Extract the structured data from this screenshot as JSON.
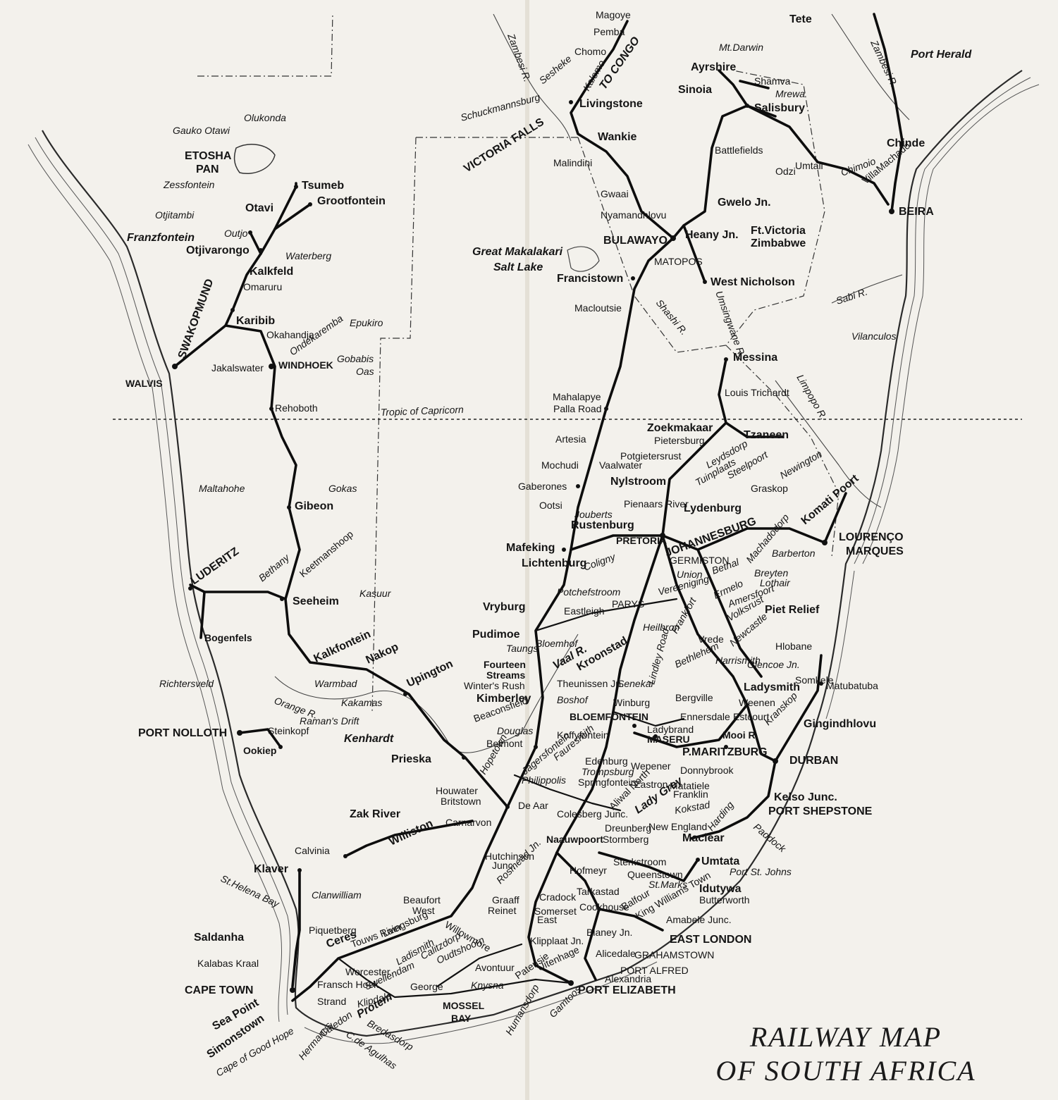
{
  "title_line1": "RAILWAY MAP",
  "title_line2": "OF SOUTH AFRICA",
  "tropic_label": "Tropic of Capricorn",
  "labels": {
    "tete": "Tete",
    "magoye": "Magoye",
    "pemba": "Pemba",
    "chomo": "Chomo",
    "to_congo": "TO CONGO",
    "kalomo": "Kalomo",
    "sesheke": "Sesheke",
    "zambesi_r": "Zambesi R.",
    "zambesi_r2": "Zambesi R.",
    "mt_darwin": "Mt.Darwin",
    "port_herald": "Port Herald",
    "ayrshire": "Ayrshire",
    "shamva": "Shamva",
    "mrewa": "Mrewa",
    "sinoia": "Sinoia",
    "salisbury": "Salisbury",
    "schuckmannsburg": "Schuckmannsburg",
    "livingstone": "Livingstone",
    "victoria_falls": "VICTORIA FALLS",
    "wankie": "Wankie",
    "chinde": "Chinde",
    "battlefields": "Battlefields",
    "malindini": "Malindini",
    "odzi": "Odzi",
    "umtali": "Umtali",
    "chimoio": "Chimoio",
    "villa_machado": "VillaMachado",
    "beira": "BEIRA",
    "gwaai": "Gwaai",
    "gwelo_jn": "Gwelo Jn.",
    "nyamandhlovu": "Nyamandhlovu",
    "heany_jn": "Heany Jn.",
    "ft_victoria": "Ft.Victoria",
    "zimbabwe": "Zimbabwe",
    "bulawayo": "BULAWAYO",
    "matopos": "MATOPOS",
    "great_makalakari": "Great Makalakari",
    "salt_lake": "Salt Lake",
    "francistown": "Francistown",
    "west_nicholson": "West Nicholson",
    "sabi_r": "Sabi R.",
    "macloutsie": "Macloutsie",
    "shashi_r": "Shashi R.",
    "umsingwane_r": "Umsingwane R.",
    "vilanculos": "Vilanculos",
    "messina": "Messina",
    "limpopo_r": "Limpopo R.",
    "louis_trichardt": "Louis Trichardt",
    "mahalapye": "Mahalapye",
    "palla_road": "Palla Road",
    "zoekmakaar": "Zoekmakaar",
    "pietersburg": "Pietersburg",
    "tzaneen": "Tzaneen",
    "artesia": "Artesia",
    "potgietersrust": "Potgietersrust",
    "leydsdorp": "Leydsdorp",
    "mochudi": "Mochudi",
    "vaalwater": "Vaalwater",
    "tuinplaats": "Tuinplaats",
    "steelpoort": "Steelpoort",
    "newington": "Newington",
    "gaberones": "Gaberones",
    "nylstroom": "Nylstroom",
    "graskop": "Graskop",
    "komati_poort": "Komati Poort",
    "ootsi": "Ootsi",
    "lydenburg": "Lydenburg",
    "pienaars_river": "Pienaars River",
    "jouberts": "Jouberts",
    "rustenburg": "Rustenburg",
    "pretoria": "PRETORIA",
    "johannesburg": "JOHANNESBURG",
    "lourenco": "LOURENÇO",
    "marques": "MARQUES",
    "mafeking": "Mafeking",
    "lichtenburg": "Lichtenburg",
    "machadodorp": "Machadodorp",
    "barberton": "Barberton",
    "germiston": "GERMISTON",
    "coligny": "Coligny",
    "union": "Union",
    "bethal": "Bethal",
    "breyten": "Breyten",
    "lothair": "Lothair",
    "potchefstroom": "Potchefstroom",
    "vereeniging": "Vereeniging",
    "ermelo": "Ermelo",
    "amersfoort": "Amersfoort",
    "piet_relief": "Piet Relief",
    "vryburg": "Vryburg",
    "eastleigh": "Eastleigh",
    "parys": "PARYS",
    "volksrust": "Volksrust",
    "pudimoe": "Pudimoe",
    "heilbron": "Heilbron",
    "frankfort": "Frankfort",
    "vrede": "Vrede",
    "newcastle": "Newcastle",
    "hlobane": "Hlobane",
    "taungs": "Taungs",
    "bloemhof": "Bloemhof",
    "vaal_r": "Vaal R.",
    "fourteen": "Fourteen",
    "streams": "Streams",
    "kroonstad": "Kroonstad",
    "lindley_road": "Lindley Road",
    "bethlehem": "Bethlehem",
    "harrismith": "Harrismith",
    "glencoe": "Glencoe Jn.",
    "winters_rush": "Winter's Rush",
    "theunissen": "Theunissen Jn.",
    "senekal": "Senekal",
    "ladysmith": "Ladysmith",
    "somkele": "Somkele",
    "matubatuba": "Matubatuba",
    "kimberley": "Kimberley",
    "boshof": "Boshof",
    "winburg": "Winburg",
    "bergville": "Bergville",
    "weenen": "Weenen",
    "beaconsfield": "Beaconsfield",
    "bloemfontein": "BLOEMFONTEIN",
    "ennersdale": "Ennersdale",
    "estcourt": "Estcourt",
    "kranskop": "Kranskop",
    "gingindhlovu": "Gingindhlovu",
    "ladybrand": "Ladybrand",
    "maseru": "MASERU",
    "douglas": "Douglas",
    "koffyfontein": "Koffyfontein",
    "mooi_r": "Mooi R.",
    "belmont": "Belmont",
    "jagersfontein": "Jagersfontein",
    "fauresmith": "Fauresmith",
    "p_maritzburg": "P.MARITZBURG",
    "durban": "DURBAN",
    "hopetown": "Hopetown",
    "edenburg": "Edenburg",
    "trompsburg": "Trompsburg",
    "wepener": "Wepener",
    "donnybrook": "Donnybrook",
    "philippolis": "Philippolis",
    "springfontein": "Springfontein",
    "zastron": "Zastron",
    "matatiele": "Matatiele",
    "franklin": "Franklin",
    "kelso_junc": "Kelso Junc.",
    "houwater": "Houwater",
    "britstown": "Britstown",
    "de_aar": "De Aar",
    "aliwal_north": "Aliwal North",
    "lady_grey": "Lady Grey",
    "kokstad": "Kokstad",
    "port_shepstone": "PORT SHEPSTONE",
    "colesberg": "Colesberg Junc.",
    "dreunberg": "Dreunberg",
    "new_england": "New England",
    "harding": "Harding",
    "zak_river": "Zak River",
    "carnarvon": "Carnarvon",
    "williston": "Williston",
    "stormberg": "Stormberg",
    "maclear": "Maclear",
    "paddock": "Paddock",
    "naauwpoort": "Naauwpoort",
    "calvinia": "Calvinia",
    "hutchinson": "Hutchinson",
    "junc": "Junc.",
    "rosmead": "Rosmead Jn.",
    "hofmeyr": "Hofmeyr",
    "sterkstroom": "Sterkstroom",
    "umtata": "Umtata",
    "klaver": "Klaver",
    "queenstown": "Queenstown",
    "port_st_johns": "Port St. Johns",
    "st_marks": "St.Marks",
    "st_helena_bay": "St.Helena Bay",
    "tarkastad": "Tarkastad",
    "idutywa": "Idutywa",
    "clanwilliam": "Clanwilliam",
    "butterworth": "Butterworth",
    "beaufort": "Beaufort",
    "west": "West",
    "graaff": "Graaff",
    "reinet": "Reinet",
    "cradock": "Cradock",
    "cookhouse": "Cookhouse",
    "balfour": "Balfour",
    "king_williams": "King Williams Town",
    "somerset": "Somerset",
    "east": "East",
    "amabele": "Amabele Junc.",
    "piquetberg": "Piquetberg",
    "touws_river": "Touws River",
    "laingsburg": "Laingsburg",
    "willowmore": "Willowmore",
    "blaney": "Blaney Jn.",
    "saldanha": "Saldanha",
    "ceres": "Ceres",
    "klipplaat": "Klipplaat Jn.",
    "east_london": "EAST LONDON",
    "ladismith": "Ladismith",
    "calitzdorp": "Calitzdorp",
    "oudtshoorn": "Oudtshoorn",
    "alicedale": "Alicedale",
    "grahamstown": "GRAHAMSTOWN",
    "kalabas_kraal": "Kalabas Kraal",
    "worcester": "Worcester",
    "avontuur": "Avontuur",
    "patensie": "Patensie",
    "uitenhage": "Uitenhage",
    "port_alfred": "PORT ALFRED",
    "swellendam": "Swellendam",
    "alexandria": "Alexandria",
    "cape_town": "CAPE TOWN",
    "fransch_hoek": "Fransch Hoek",
    "george": "George",
    "knysna": "Knysna",
    "port_elizabeth": "PORT ELIZABETH",
    "strand": "Strand",
    "klipdale": "Klipdale",
    "mossel": "MOSSEL",
    "bay": "BAY",
    "protem": "Protem",
    "sea_point": "Sea Point",
    "humansdorp": "Humansdorp",
    "gamtoos": "Gamtoos",
    "simonstown": "Simonstown",
    "caledon": "Caledon",
    "bredasdorp": "Bredasdorp",
    "cape_good_hope": "Cape of Good Hope",
    "hermanus": "Hermanus",
    "c_de_agulhas": "C.de Agulhas",
    "olukonda": "Olukonda",
    "gauko_otawi": "Gauko Otawi",
    "etosha": "ETOSHA",
    "pan": "PAN",
    "zessfontein": "Zessfontein",
    "tsumeb": "Tsumeb",
    "grootfontein": "Grootfontein",
    "otavi": "Otavi",
    "otjitambi": "Otjitambi",
    "outjo": "Outjo",
    "franzfontein": "Franzfontein",
    "otjivarongo": "Otjivarongo",
    "waterberg": "Waterberg",
    "kalkfeld": "Kalkfeld",
    "omaruru": "Omaruru",
    "swakopmund": "SWAKOPMUND",
    "karibib": "Karibib",
    "epukiro": "Epukiro",
    "okahandja": "Okahandja",
    "ondekaremba": "Ondekaremba",
    "gobabis": "Gobabis",
    "oas": "Oas",
    "walvis": "WALVIS",
    "jakalswater": "Jakalswater",
    "windhoek": "WINDHOEK",
    "rehoboth": "Rehoboth",
    "maltahohe": "Maltahohe",
    "gokas": "Gokas",
    "gibeon": "Gibeon",
    "keetmanshoop": "Keetmanshoop",
    "luderitz": "LUDERITZ",
    "bethany": "Bethany",
    "kasuur": "Kasuur",
    "seeheim": "Seeheim",
    "bogenfels": "Bogenfels",
    "kalkfontein": "Kalkfontein",
    "nakop": "Nakop",
    "upington": "Upington",
    "richtersveld": "Richtersveld",
    "orange_r": "Orange R.",
    "warmbad": "Warmbad",
    "kakamas": "Kakamas",
    "ramans_drift": "Raman's Drift",
    "port_nolloth": "PORT NOLLOTH",
    "steinkopf": "Steinkopf",
    "kenhardt": "Kenhardt",
    "ookiep": "Ookiep",
    "prieska": "Prieska"
  }
}
